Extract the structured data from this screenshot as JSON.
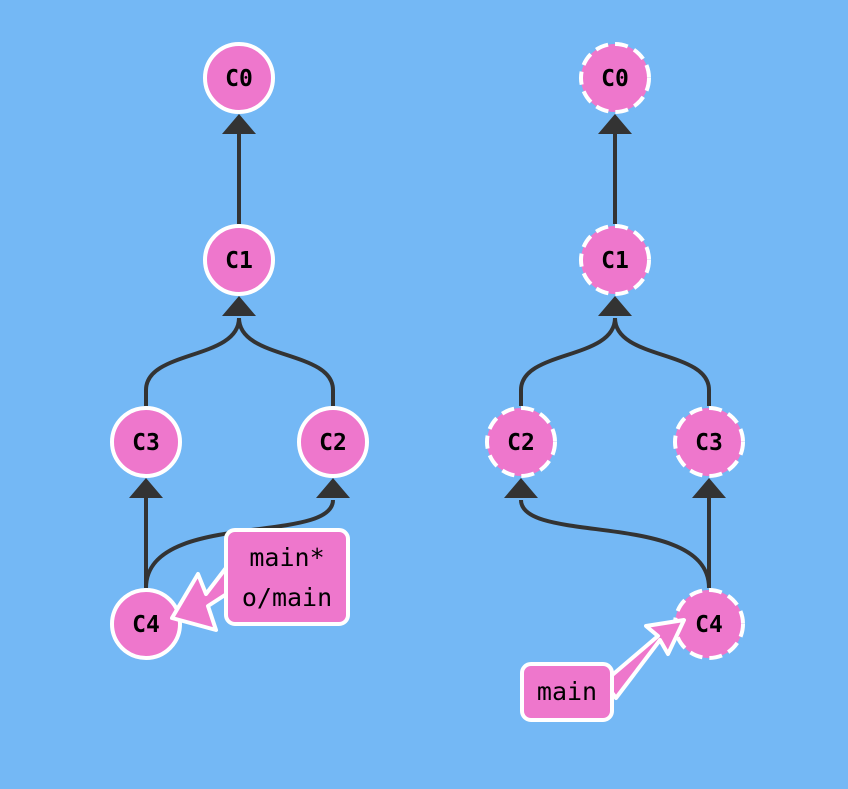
{
  "colors": {
    "background": "#74b8f5",
    "commit_fill": "#ee77cc",
    "commit_stroke": "#ffffff",
    "edge": "#333333",
    "label_text": "#000000"
  },
  "local_tree": {
    "commits": [
      {
        "id": "c0",
        "label": "C0"
      },
      {
        "id": "c1",
        "label": "C1"
      },
      {
        "id": "c3",
        "label": "C3"
      },
      {
        "id": "c2",
        "label": "C2"
      },
      {
        "id": "c4",
        "label": "C4"
      }
    ],
    "branch_tag": {
      "lines": [
        "main*",
        "o/main"
      ]
    }
  },
  "remote_tree": {
    "commits": [
      {
        "id": "c0",
        "label": "C0"
      },
      {
        "id": "c1",
        "label": "C1"
      },
      {
        "id": "c2",
        "label": "C2"
      },
      {
        "id": "c3",
        "label": "C3"
      },
      {
        "id": "c4",
        "label": "C4"
      }
    ],
    "branch_tag": {
      "lines": [
        "main"
      ]
    }
  }
}
